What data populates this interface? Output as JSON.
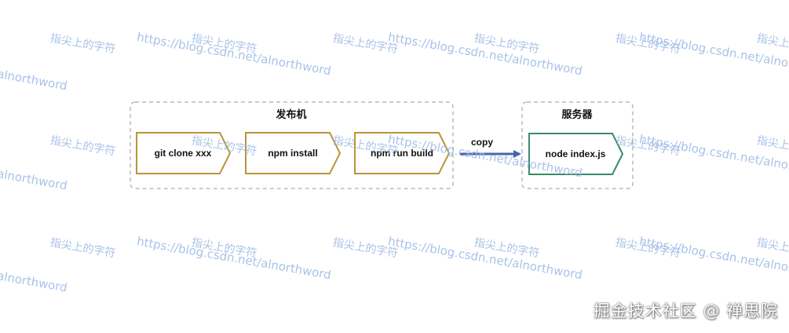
{
  "groups": {
    "publisher": {
      "title": "发布机"
    },
    "server": {
      "title": "服务器"
    }
  },
  "steps": {
    "clone": "git clone xxx",
    "install": "npm install",
    "build": "npm run build",
    "run": "node index.js"
  },
  "arrow_label": "copy",
  "colors": {
    "step_stroke": "#b8953a",
    "server_stroke": "#3a8a6a",
    "arrow": "#4a65a8",
    "group_border": "#999999",
    "watermark": "#9ab8e4"
  },
  "watermark": {
    "cn": "指尖上的字符",
    "url": "https://blog.csdn.net/alnorthword",
    "url_short": "alnorthword"
  },
  "footer_mark": "掘金技术社区 @ 禅思院"
}
